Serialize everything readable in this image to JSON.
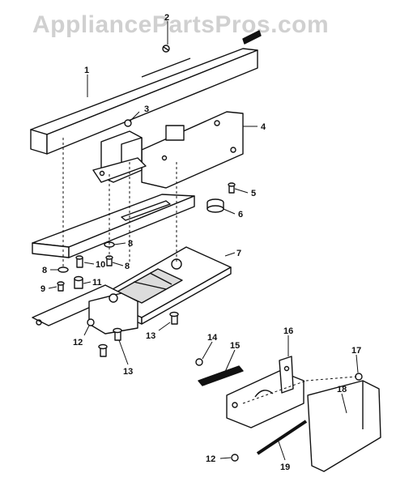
{
  "watermark": "AppliancePartsPros.com",
  "callouts": {
    "c1": "1",
    "c2": "2",
    "c3": "3",
    "c4": "4",
    "c5": "5",
    "c6": "6",
    "c7": "7",
    "c8a": "8",
    "c8b": "8",
    "c8c": "8",
    "c9": "9",
    "c10": "10",
    "c11": "11",
    "c12a": "12",
    "c12b": "12",
    "c13a": "13",
    "c13b": "13",
    "c14": "14",
    "c15": "15",
    "c16": "16",
    "c17": "17",
    "c18": "18",
    "c19": "19"
  }
}
